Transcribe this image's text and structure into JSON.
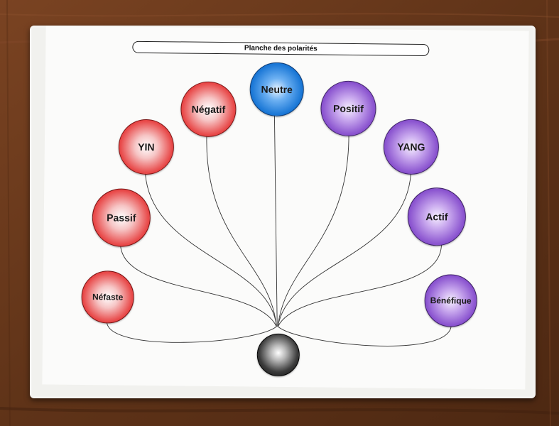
{
  "board": {
    "title": "Planche des polarités"
  },
  "nodes": {
    "neutre": "Neutre",
    "negatif": "Négatif",
    "positif": "Positif",
    "yin": "YIN",
    "yang": "YANG",
    "passif": "Passif",
    "actif": "Actif",
    "nefaste": "Néfaste",
    "benefique": "Bénéfique"
  },
  "colors": {
    "negative_side": "#e84848",
    "neutral": "#1a77d6",
    "positive_side": "#8a53cf",
    "origin": "#050505",
    "table": "#6b3a1c"
  }
}
